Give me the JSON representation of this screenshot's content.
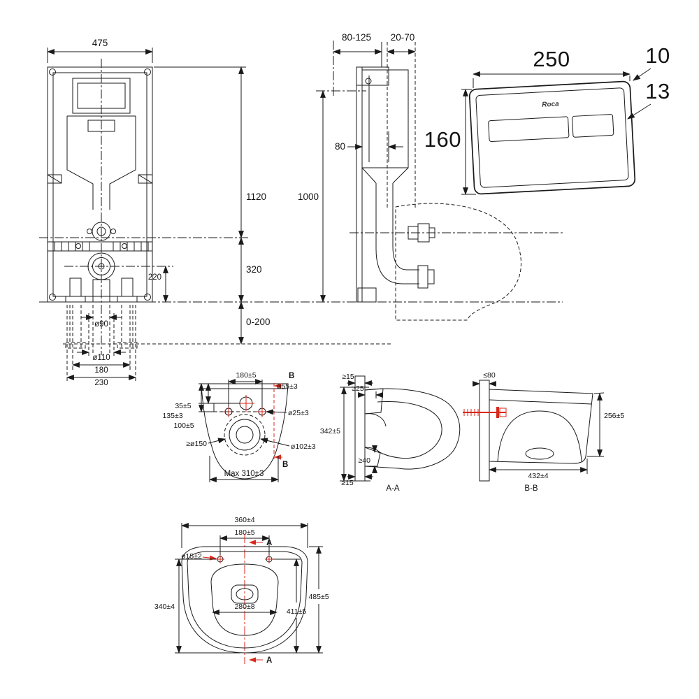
{
  "diagram": {
    "front": {
      "w475": "475",
      "h1120": "1120",
      "d320": "320",
      "d220": "220",
      "feet": "0-200",
      "dia90": "ø90",
      "dia110": "ø110",
      "d180": "180",
      "d230": "230"
    },
    "side": {
      "depth": "80-125",
      "wall": "20-70",
      "d80": "80",
      "h1000": "1000"
    },
    "plate": {
      "brand": "Roca",
      "w250": "250",
      "t10": "10",
      "t13": "13",
      "h160": "160"
    },
    "bowl_bottom": {
      "d180": "180±5",
      "b_top": "B",
      "b_bottom": "B",
      "d55": "ø55±3",
      "d35": "35±5",
      "d135": "135±3",
      "d100": "100±5",
      "d25": "ø25±3",
      "d150": "≥ø150",
      "d102": "ø102±3",
      "max": "Max 310±3"
    },
    "section_aa": {
      "g15_top": "≥15",
      "g25": "≥25",
      "h342": "342±5",
      "g40": "≥40",
      "g15_bottom": "≥15",
      "label": "A-A"
    },
    "section_bb": {
      "g80": "≤80",
      "h256": "256±5",
      "w432": "432±4",
      "label": "B-B"
    },
    "bowl_top": {
      "w360": "360±4",
      "d180": "180±5",
      "a_top": "A",
      "a_bottom": "A",
      "d15": "ø15±2",
      "d340": "340±4",
      "d280": "280±8",
      "l485": "485±5",
      "l411": "411±5"
    }
  },
  "colors": {
    "line": "#1a1a1a",
    "accent_red": "#d8291c"
  }
}
